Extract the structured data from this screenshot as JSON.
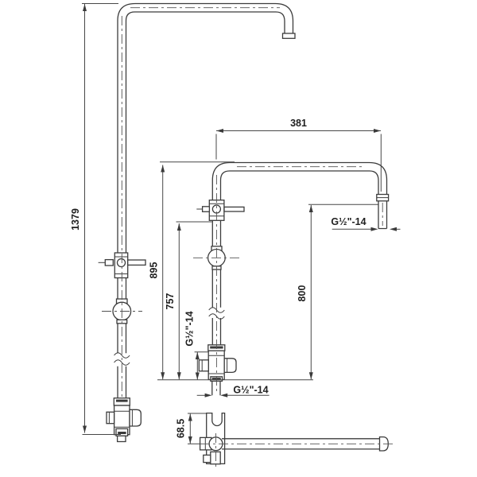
{
  "drawing": {
    "labels": {
      "overall_height": "1379",
      "arm_reach": "381",
      "riser_height": "895",
      "diverter_height": "757",
      "arm_height": "800",
      "bracket_offset": "68.5",
      "thread_arm_end": "G½\"-14",
      "thread_side_outlet": "G½\"-14",
      "thread_bottom_outlet": "G½\"-14"
    },
    "colors": {
      "background": "#ffffff",
      "line": "#3c3c3c",
      "text": "#1f1f1f"
    }
  }
}
